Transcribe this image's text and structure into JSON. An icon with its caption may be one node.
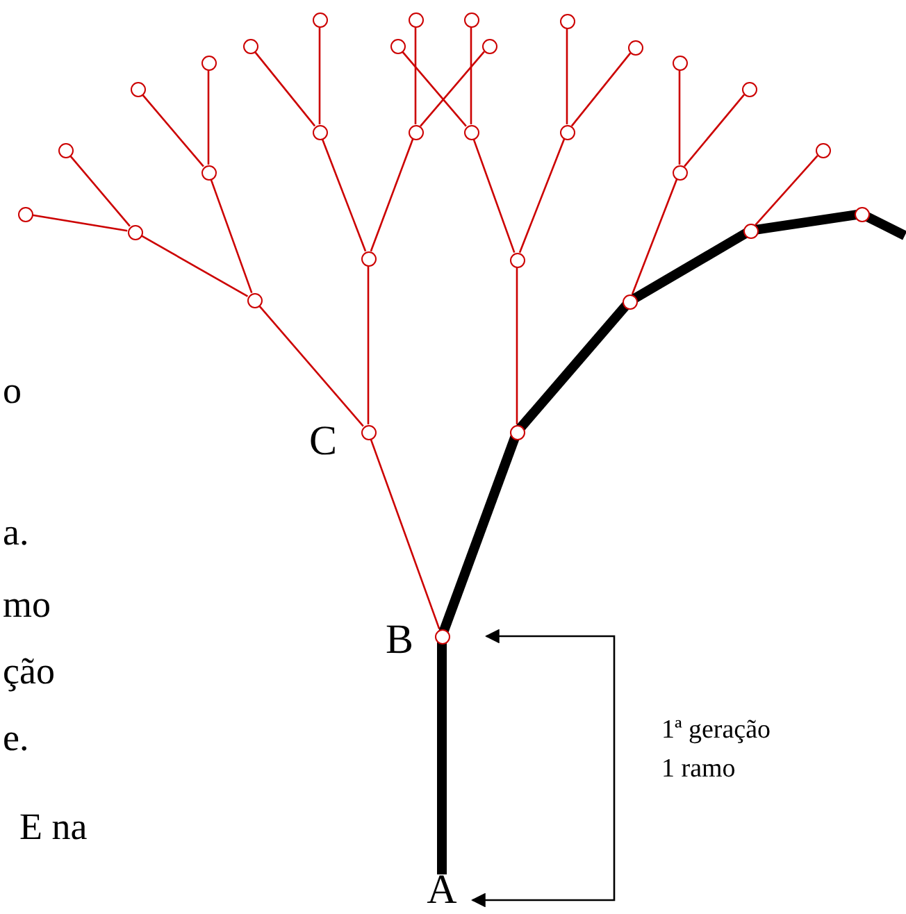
{
  "diagram": {
    "nodes": [
      {
        "text": [
          "A"
        ]
      },
      {
        "text": [],
        "shape": "circle",
        "beside": [
          "B"
        ]
      },
      {
        "text": [],
        "shape": "circle",
        "beside": [
          "C"
        ]
      },
      {
        "text": [],
        "shape": "circle"
      },
      {
        "text": [],
        "shape": "circle"
      },
      {
        "text": [],
        "shape": "circle"
      },
      {
        "text": [],
        "shape": "circle"
      },
      {
        "text": [],
        "shape": "circle"
      },
      {
        "text": [],
        "shape": "circle"
      },
      {
        "text": [],
        "shape": "circle"
      },
      {
        "text": [],
        "shape": "circle"
      },
      {
        "text": [],
        "shape": "circle"
      },
      {
        "text": [],
        "shape": "circle"
      },
      {
        "text": [],
        "shape": "circle"
      },
      {
        "text": [],
        "shape": "circle"
      },
      {
        "text": [],
        "shape": "circle"
      },
      {
        "text": [],
        "shape": "circle"
      },
      {
        "text": [],
        "shape": "circle"
      },
      {
        "text": [],
        "shape": "circle"
      },
      {
        "text": [],
        "shape": "circle"
      },
      {
        "text": [],
        "shape": "circle"
      },
      {
        "text": [],
        "shape": "circle"
      },
      {
        "text": [],
        "shape": "circle"
      },
      {
        "text": [],
        "shape": "circle"
      },
      {
        "text": [],
        "shape": "circle"
      },
      {
        "text": [],
        "shape": "circle"
      },
      {
        "text": [],
        "shape": "circle"
      },
      {
        "text": [],
        "shape": "circle"
      },
      {
        "text": [],
        "shape": "circle"
      },
      {
        "text": [],
        "shape": "circle"
      },
      {
        "text": [],
        "shape": "circle"
      },
      {
        "text": [],
        "shape": "circle"
      }
    ],
    "edges": [
      {
        "from": 0,
        "to": 1,
        "arrow": "none",
        "style": "thick",
        "color": "#000000"
      },
      {
        "from": 1,
        "to": 2,
        "arrow": "none"
      },
      {
        "from": 1,
        "to": 3,
        "arrow": "none",
        "style": "thick",
        "color": "#000000"
      },
      {
        "from": 2,
        "to": 4,
        "arrow": "none"
      },
      {
        "from": 2,
        "to": 5,
        "arrow": "none"
      },
      {
        "from": 4,
        "to": 6,
        "arrow": "none"
      },
      {
        "from": 4,
        "to": 7,
        "arrow": "none"
      },
      {
        "from": 6,
        "to": 10,
        "arrow": "none"
      },
      {
        "from": 6,
        "to": 11,
        "arrow": "none"
      },
      {
        "from": 7,
        "to": 12,
        "arrow": "none"
      },
      {
        "from": 7,
        "to": 13,
        "arrow": "none"
      },
      {
        "from": 5,
        "to": 8,
        "arrow": "none"
      },
      {
        "from": 5,
        "to": 9,
        "arrow": "none"
      },
      {
        "from": 8,
        "to": 14,
        "arrow": "none"
      },
      {
        "from": 8,
        "to": 15,
        "arrow": "none"
      },
      {
        "from": 9,
        "to": 16,
        "arrow": "none"
      },
      {
        "from": 9,
        "to": 17,
        "arrow": "none"
      },
      {
        "from": 3,
        "to": 18,
        "arrow": "none"
      },
      {
        "from": 3,
        "to": 19,
        "arrow": "none",
        "style": "thick",
        "color": "#000000"
      },
      {
        "from": 18,
        "to": 20,
        "arrow": "none"
      },
      {
        "from": 18,
        "to": 21,
        "arrow": "none"
      },
      {
        "from": 20,
        "to": 24,
        "arrow": "none"
      },
      {
        "from": 20,
        "to": 25,
        "arrow": "none"
      },
      {
        "from": 21,
        "to": 26,
        "arrow": "none"
      },
      {
        "from": 21,
        "to": 27,
        "arrow": "none"
      },
      {
        "from": 19,
        "to": 22,
        "arrow": "none"
      },
      {
        "from": 19,
        "to": 23,
        "arrow": "none",
        "style": "thick",
        "color": "#000000"
      },
      {
        "from": 22,
        "to": 28,
        "arrow": "none"
      },
      {
        "from": 22,
        "to": 29,
        "arrow": "none"
      },
      {
        "from": 23,
        "to": 30,
        "arrow": "none"
      },
      {
        "from": 23,
        "to": 31,
        "arrow": "none",
        "style": "thick",
        "color": "#000000"
      },
      {
        "from": 31,
        "to": null,
        "arrow": "none",
        "style": "thick",
        "color": "#000000"
      }
    ],
    "labels": [
      "o",
      "a.",
      "mo",
      "ção",
      "e.",
      "E na",
      "1ª geração 1 ramo"
    ]
  }
}
